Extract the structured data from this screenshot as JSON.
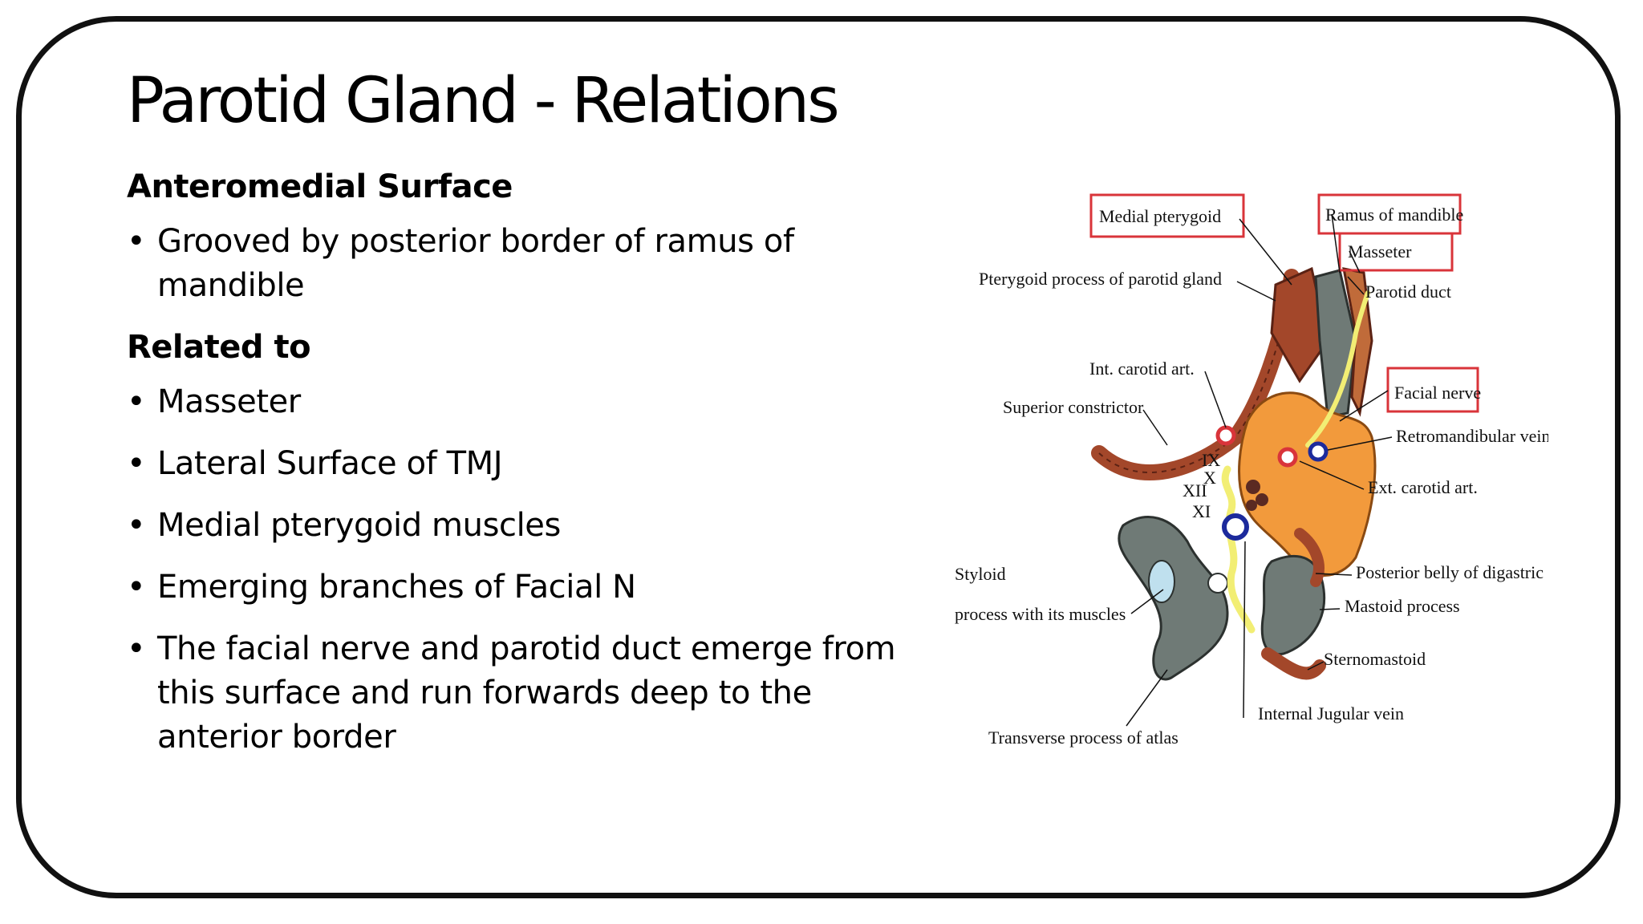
{
  "slide": {
    "title": "Parotid Gland - Relations",
    "section1": {
      "heading": "Anteromedial Surface",
      "bullets": [
        "Grooved by posterior border of ramus of mandible"
      ]
    },
    "section2": {
      "heading": "Related to",
      "bullets": [
        "Masseter",
        "Lateral Surface of TMJ",
        "Medial pterygoid muscles",
        "Emerging branches of Facial N",
        "The facial nerve and parotid duct emerge from this surface and run forwards deep to the anterior border"
      ]
    },
    "bullet_glyph": "•"
  },
  "diagram": {
    "labels": {
      "medial_pterygoid": "Medial pterygoid",
      "ramus_of_mandible": "Ramus of mandible",
      "masseter": "Masseter",
      "pterygoid_process": "Pterygoid process of parotid gland",
      "parotid_duct": "Parotid duct",
      "int_carotid": "Int. carotid art.",
      "superior_constrictor": "Superior constrictor",
      "facial_nerve": "Facial nerve",
      "retromandibular_vein": "Retromandibular vein",
      "ix": "IX",
      "x": "X",
      "xii": "XII",
      "xi": "XI",
      "ext_carotid": "Ext. carotid art.",
      "styloid": "Styloid",
      "process_with_muscles": "process with its muscles",
      "posterior_belly": "Posterior belly of digastric",
      "mastoid_process": "Mastoid process",
      "sternomastoid": "Sternomastoid",
      "internal_jugular": "Internal Jugular vein",
      "transverse_process": "Transverse process of atlas"
    },
    "colors": {
      "gland": "#f29a3c",
      "muscle": "#a3472a",
      "bone": "#6f7a76",
      "nerve": "#f2ee74",
      "highlight_box": "#d9343a",
      "vein_ring": "#1c2a9c",
      "artery_ring": "#d9343a"
    }
  }
}
